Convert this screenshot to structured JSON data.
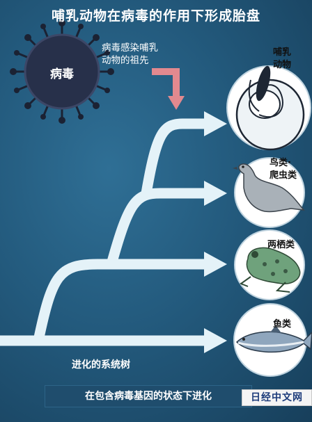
{
  "title": "哺乳动物在病毒的作用下形成胎盘",
  "virus": {
    "label": "病毒"
  },
  "infection_note": {
    "line1": "病毒感染哺乳",
    "line2": "动物的祖先"
  },
  "animals": {
    "mammal": {
      "line1": "哺乳",
      "line2": "动物"
    },
    "bird_reptile": {
      "line1": "鸟类·",
      "line2": "爬虫类"
    },
    "amphibian": {
      "line1": "两栖类"
    },
    "fish": {
      "line1": "鱼类"
    }
  },
  "tree_label": "进化的系统树",
  "bottom_caption": "在包含病毒基因的状态下进化",
  "source_logo": "日经中文网",
  "colors": {
    "tree": "#e4f2f8",
    "pink_arrow": "#e2898f",
    "background": "#235a7d"
  }
}
